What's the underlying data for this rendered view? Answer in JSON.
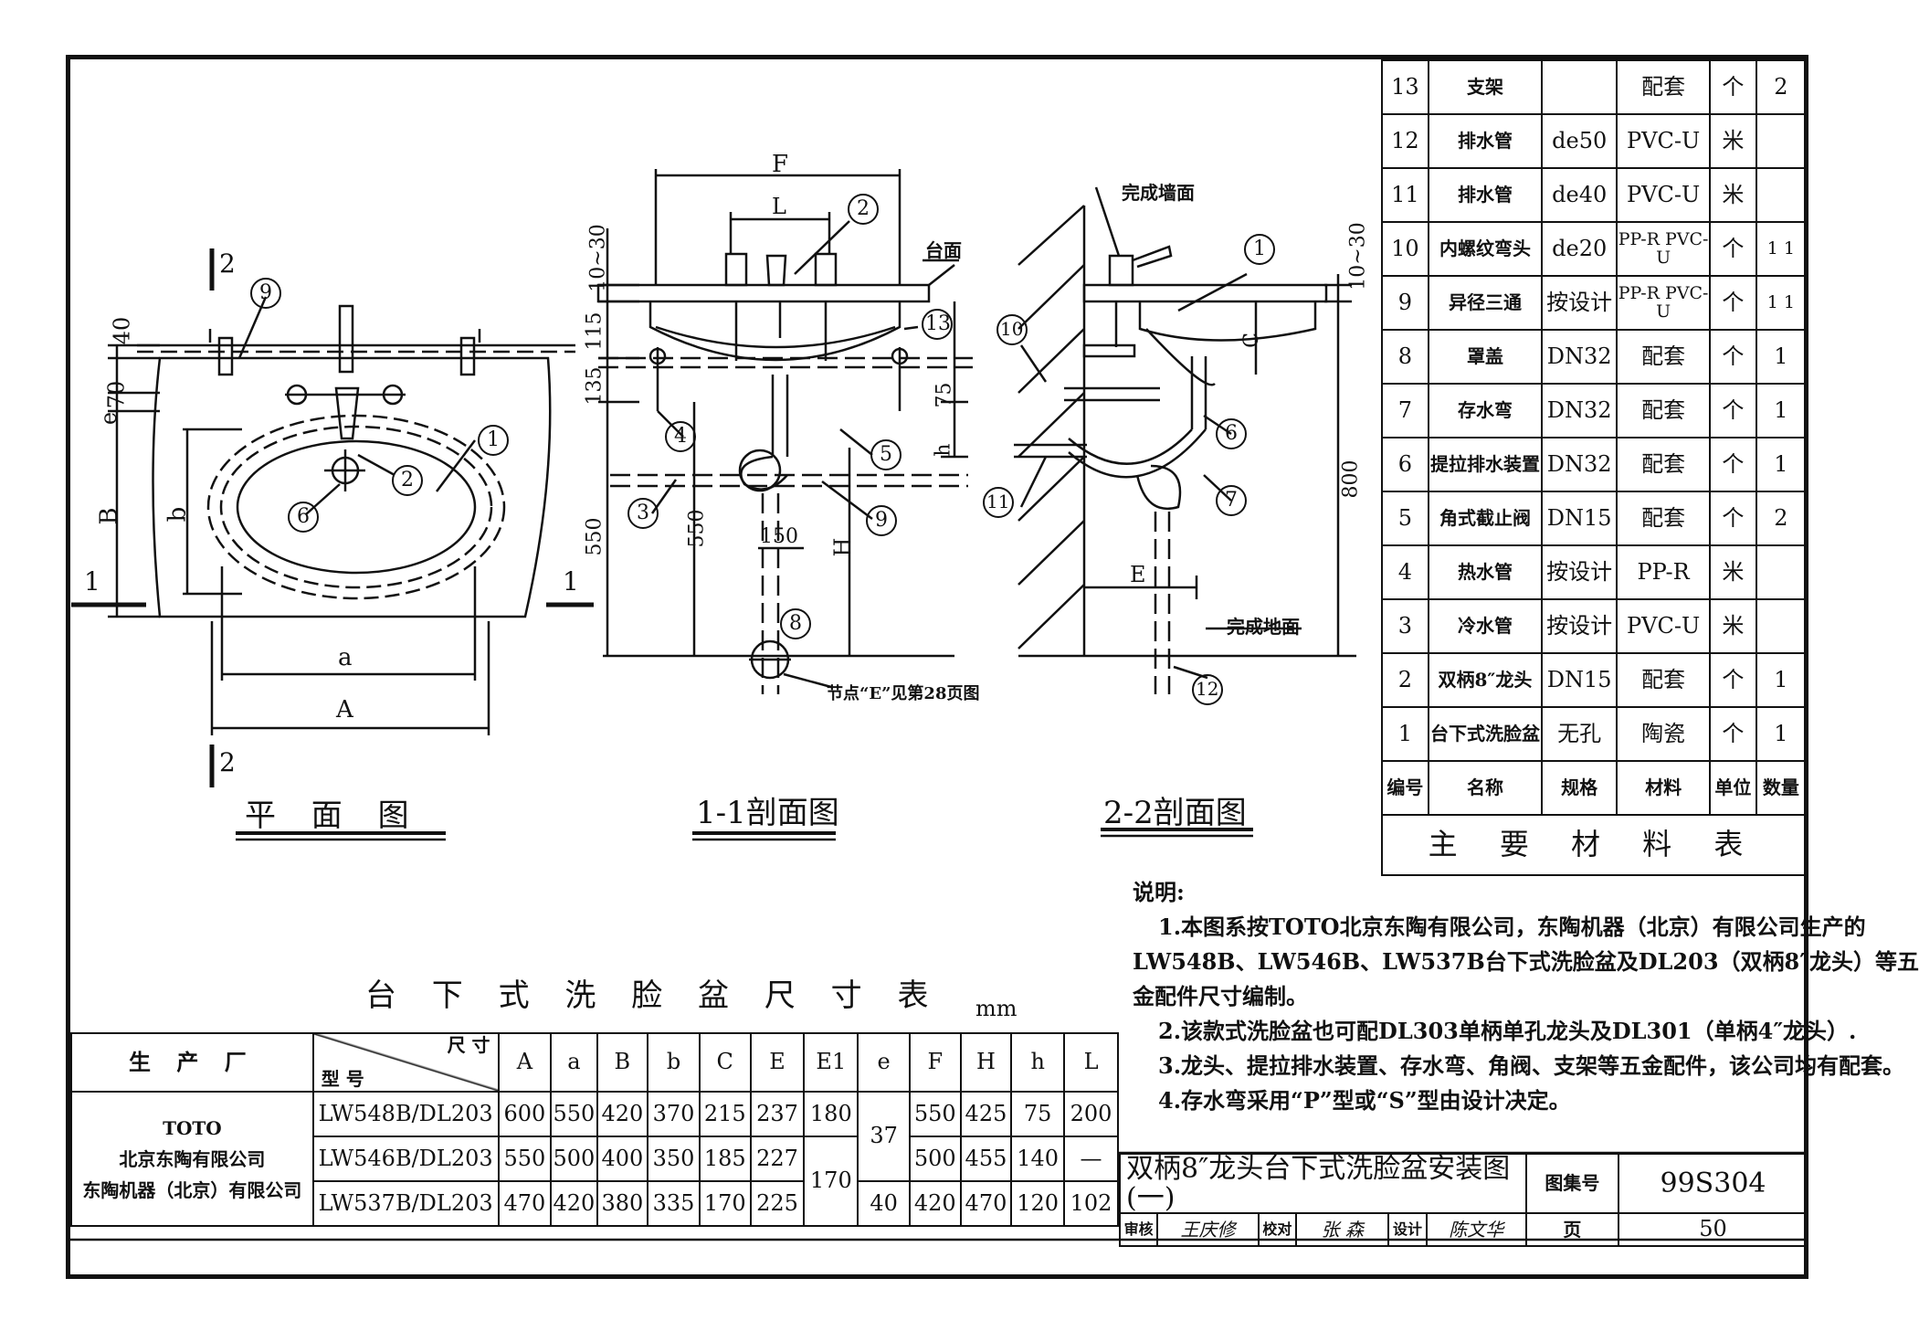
{
  "views": {
    "plan_title": "平 面 图",
    "section11_title": "1-1剖面图",
    "section22_title": "2-2剖面图"
  },
  "labels": {
    "plan": {
      "dim_40": "40",
      "dim_70": "70",
      "dim_e": "e",
      "dim_B": "B",
      "dim_b": "b",
      "dim_a": "a",
      "dim_A": "A",
      "cut_1": "1",
      "cut_2": "2",
      "balloons": [
        "9",
        "2",
        "1",
        "6"
      ]
    },
    "s11": {
      "dim_F": "F",
      "dim_L": "L",
      "dim_10_30": "10~30",
      "dim_115": "115",
      "dim_135": "135",
      "dim_550a": "550",
      "dim_550b": "550",
      "dim_75": "75",
      "dim_h": "h",
      "dim_150": "150",
      "dim_H": "H",
      "countertop": "台面",
      "node_note": "节点“E”见第28页图",
      "balloons": [
        "2",
        "13",
        "4",
        "5",
        "3",
        "9",
        "8"
      ]
    },
    "s22": {
      "wall": "完成墙面",
      "floor": "完成地面",
      "dim_10_30": "10~30",
      "dim_C": "C",
      "dim_800": "800",
      "dim_E": "E",
      "balloons": [
        "1",
        "10",
        "6",
        "11",
        "7",
        "12"
      ]
    }
  },
  "materials": {
    "title": "主 要 材 料 表",
    "headers": [
      "编号",
      "名称",
      "规格",
      "材料",
      "单位",
      "数量"
    ],
    "rows": [
      {
        "no": "13",
        "name": "支架",
        "spec": "",
        "material": "配套",
        "unit": "个",
        "qty": "2"
      },
      {
        "no": "12",
        "name": "排水管",
        "spec": "de50",
        "material": "PVC-U",
        "unit": "米",
        "qty": ""
      },
      {
        "no": "11",
        "name": "排水管",
        "spec": "de40",
        "material": "PVC-U",
        "unit": "米",
        "qty": ""
      },
      {
        "no": "10",
        "name": "内螺纹弯头",
        "spec": "de20",
        "material": "PP-R PVC-U",
        "unit": "个",
        "qty": "1 1"
      },
      {
        "no": "9",
        "name": "异径三通",
        "spec": "按设计",
        "material": "PP-R PVC-U",
        "unit": "个",
        "qty": "1 1"
      },
      {
        "no": "8",
        "name": "罩盖",
        "spec": "DN32",
        "material": "配套",
        "unit": "个",
        "qty": "1"
      },
      {
        "no": "7",
        "name": "存水弯",
        "spec": "DN32",
        "material": "配套",
        "unit": "个",
        "qty": "1"
      },
      {
        "no": "6",
        "name": "提拉排水装置",
        "spec": "DN32",
        "material": "配套",
        "unit": "个",
        "qty": "1"
      },
      {
        "no": "5",
        "name": "角式截止阀",
        "spec": "DN15",
        "material": "配套",
        "unit": "个",
        "qty": "2"
      },
      {
        "no": "4",
        "name": "热水管",
        "spec": "按设计",
        "material": "PP-R",
        "unit": "米",
        "qty": ""
      },
      {
        "no": "3",
        "name": "冷水管",
        "spec": "按设计",
        "material": "PVC-U",
        "unit": "米",
        "qty": ""
      },
      {
        "no": "2",
        "name": "双柄8″龙头",
        "spec": "DN15",
        "material": "配套",
        "unit": "个",
        "qty": "1"
      },
      {
        "no": "1",
        "name": "台下式洗脸盆",
        "spec": "无孔",
        "material": "陶瓷",
        "unit": "个",
        "qty": "1"
      }
    ]
  },
  "notes": {
    "heading": "说明:",
    "lines": [
      "1.本图系按TOTO北京东陶有限公司，东陶机器（北京）有限公司生产的",
      "LW548B、LW546B、LW537B台下式洗脸盆及DL203（双柄8″龙头）等五",
      "金配件尺寸编制。",
      "2.该款式洗脸盆也可配DL303单柄单孔龙头及DL301（单柄4″龙头）.",
      "3.龙头、提拉排水装置、存水弯、角阀、支架等五金配件，该公司均有配套。",
      "4.存水弯采用“P”型或“S”型由设计决定。"
    ]
  },
  "dimensions": {
    "title": "台 下 式 洗 脸 盆 尺 寸 表",
    "unit": "mm",
    "header_maker": "生 产 厂",
    "header_size": "尺 寸",
    "header_model": "型 号",
    "columns": [
      "A",
      "a",
      "B",
      "b",
      "C",
      "E",
      "E1",
      "e",
      "F",
      "H",
      "h",
      "L"
    ],
    "maker_lines": [
      "TOTO",
      "北京东陶有限公司",
      "东陶机器（北京）有限公司"
    ],
    "rows": [
      {
        "model": "LW548B/DL203",
        "A": "600",
        "a": "550",
        "B": "420",
        "b": "370",
        "C": "215",
        "E": "237",
        "E1": "180",
        "F": "550",
        "H": "425",
        "h": "75",
        "L": "200"
      },
      {
        "model": "LW546B/DL203",
        "A": "550",
        "a": "500",
        "B": "400",
        "b": "350",
        "C": "185",
        "E": "227",
        "F": "500",
        "H": "455",
        "h": "140",
        "L": "—"
      },
      {
        "model": "LW537B/DL203",
        "A": "470",
        "a": "420",
        "B": "380",
        "b": "335",
        "C": "170",
        "E": "225",
        "F": "420",
        "H": "470",
        "h": "120",
        "L": "102"
      }
    ],
    "e1_merged": "170",
    "e_merged_1": "37",
    "e_row3": "40"
  },
  "title_block": {
    "drawing_title": "双柄8″龙头台下式洗脸盆安装图(一)",
    "atlas_label": "图集号",
    "atlas_no": "99S304",
    "review_label": "审核",
    "review_sign": "王庆修",
    "check_label": "校对",
    "check_sign": "张 森",
    "design_label": "设计",
    "design_sign": "陈文华",
    "page_label": "页",
    "page_no": "50"
  }
}
